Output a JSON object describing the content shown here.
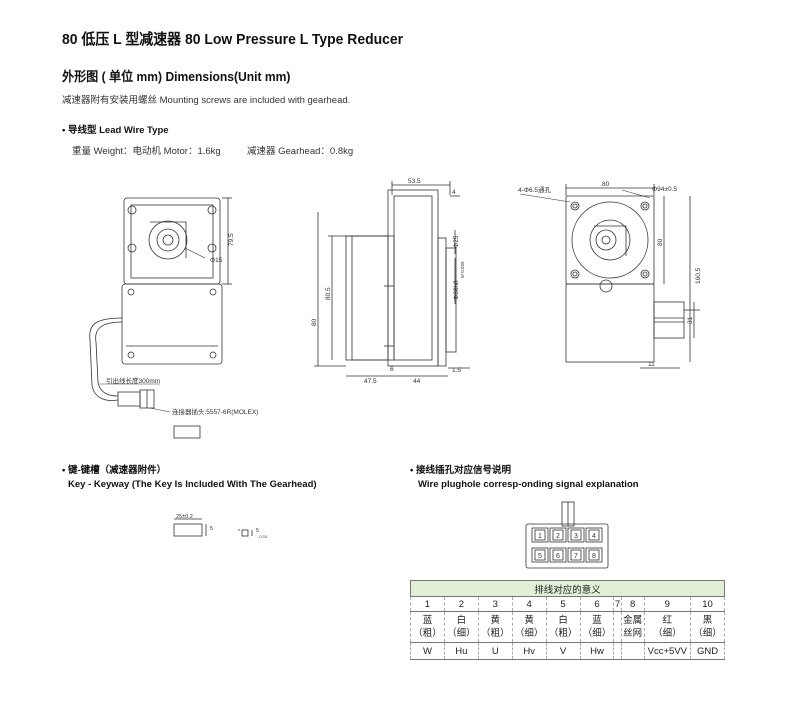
{
  "header": {
    "title": "80 低压 L 型减速器 80 Low Pressure L Type Reducer",
    "subtitle": "外形图 ( 单位 mm) Dimensions(Unit mm)",
    "note": "减速器附有安装用螺丝 Mounting screws are included with gearhead."
  },
  "lead_wire": {
    "heading": "• 导线型 Lead Wire Type",
    "weight_motor": "重量 Weight：电动机 Motor：1.6kg",
    "weight_gearhead": "减速器 Gearhead：0.8kg"
  },
  "drawing": {
    "front": {
      "dim_height": "79.5",
      "dim_phi": "Φ15",
      "lead_length": "引出线长度300mm",
      "connector": "连接器插头:5557-6R(MOLEX)"
    },
    "side": {
      "dim_53_5": "53.5",
      "dim_4": "4",
      "dim_phi25": "Φ25",
      "dim_phi38": "Φ38h8",
      "dim_tol": "0/-0.039",
      "dim_80_5": "80.5",
      "dim_80": "80",
      "dim_6": "6",
      "dim_1_5": "1.5",
      "dim_47_5": "47.5",
      "dim_44": "44"
    },
    "rear": {
      "holes": "4-Φ6.5通孔",
      "dim_80_top": "80",
      "dim_phi94": "Φ94±0.5",
      "dim_80_right": "80",
      "dim_160_5": "160.5",
      "dim_31": "31",
      "dim_11": "11"
    }
  },
  "keyway": {
    "heading": "• 键-键槽（减速器附件）",
    "heading_en": "Key - Keyway (The Key Is Included With The Gearhead)",
    "dim_25": "25±0.2",
    "dim_5a": "5",
    "dim_5b": "5",
    "tol": "-0.03"
  },
  "plughole": {
    "heading": "• 接线插孔对应信号说明",
    "heading_en": "Wire plughole corresp-onding signal explanation",
    "pins": [
      "1",
      "2",
      "3",
      "4",
      "5",
      "6",
      "7",
      "8"
    ]
  },
  "signal_table": {
    "title": "排线对应的意义",
    "numbers": [
      "1",
      "2",
      "3",
      "4",
      "5",
      "6",
      "7",
      "8",
      "9",
      "10"
    ],
    "colors": [
      [
        "蓝",
        "（粗）"
      ],
      [
        "白",
        "（细）"
      ],
      [
        "黄",
        "（粗）"
      ],
      [
        "黄",
        "（细）"
      ],
      [
        "白",
        "（粗）"
      ],
      [
        "蓝",
        "（细）"
      ],
      [
        "",
        ""
      ],
      [
        "金属",
        "丝网"
      ],
      [
        "红",
        "（细）"
      ],
      [
        "黑",
        "（细）"
      ]
    ],
    "signals": [
      "W",
      "Hu",
      "U",
      "Hv",
      "V",
      "Hw",
      "",
      "",
      "Vcc+5VV",
      "GND"
    ]
  }
}
